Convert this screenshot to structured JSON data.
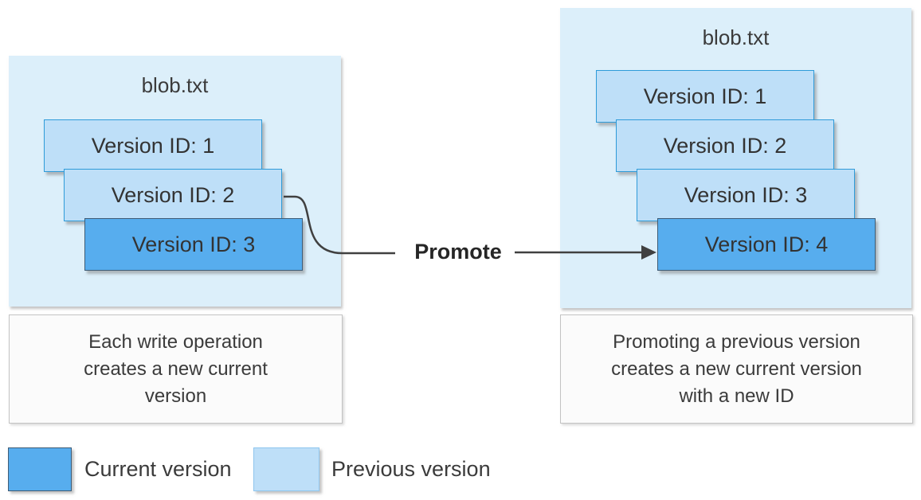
{
  "left_panel": {
    "title": "blob.txt",
    "versions": [
      {
        "label": "Version ID: 1",
        "state": "previous"
      },
      {
        "label": "Version ID: 2",
        "state": "previous"
      },
      {
        "label": "Version ID: 3",
        "state": "current"
      }
    ],
    "caption": "Each write operation\ncreates a new current\nversion"
  },
  "right_panel": {
    "title": "blob.txt",
    "versions": [
      {
        "label": "Version ID: 1",
        "state": "previous"
      },
      {
        "label": "Version ID: 2",
        "state": "previous"
      },
      {
        "label": "Version ID: 3",
        "state": "previous"
      },
      {
        "label": "Version ID: 4",
        "state": "current"
      }
    ],
    "caption": "Promoting a previous version\ncreates a new current version\nwith a new ID"
  },
  "promote": {
    "label": "Promote"
  },
  "legend": {
    "current_label": "Current version",
    "previous_label": "Previous version"
  },
  "colors": {
    "panel_fill": "#dceffa",
    "previous_fill": "#bedff8",
    "previous_border": "#2e9bd9",
    "current_fill": "#57adee",
    "current_border": "#3e5c76",
    "text": "#3b3b3b",
    "connector": "#404040",
    "caption_fill": "#fbfbfb"
  }
}
